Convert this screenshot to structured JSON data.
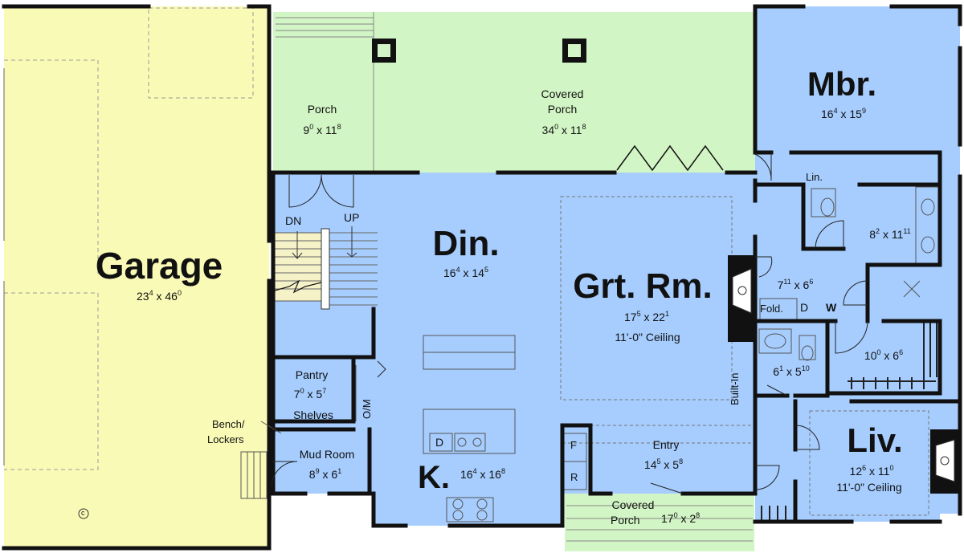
{
  "colors": {
    "garage": "#fafab7",
    "porch": "#d2f5c5",
    "interior": "#a6cdfe",
    "wall": "#111111"
  },
  "rooms": {
    "garage": {
      "name": "Garage",
      "w_ft": "23",
      "w_in": "4",
      "d_ft": "46",
      "d_in": "0"
    },
    "porch": {
      "name": "Porch",
      "w_ft": "9",
      "w_in": "0",
      "d_ft": "11",
      "d_in": "8"
    },
    "covered_porch": {
      "name1": "Covered",
      "name2": "Porch",
      "w_ft": "34",
      "w_in": "0",
      "d_ft": "11",
      "d_in": "8"
    },
    "mbr": {
      "name": "Mbr.",
      "w_ft": "16",
      "w_in": "4",
      "d_ft": "15",
      "d_in": "9"
    },
    "din": {
      "name": "Din.",
      "w_ft": "16",
      "w_in": "4",
      "d_ft": "14",
      "d_in": "5"
    },
    "grt_rm": {
      "name": "Grt. Rm.",
      "w_ft": "17",
      "w_in": "5",
      "d_ft": "22",
      "d_in": "1",
      "ceiling": "11'-0\" Ceiling"
    },
    "master_bath": {
      "w_ft": "8",
      "w_in": "2",
      "d_ft": "11",
      "d_in": "11"
    },
    "laundry": {
      "w_ft": "7",
      "w_in": "11",
      "d_ft": "6",
      "d_in": "6"
    },
    "wic": {
      "w_ft": "10",
      "w_in": "0",
      "d_ft": "6",
      "d_in": "6"
    },
    "half_bath": {
      "w_ft": "6",
      "w_in": "1",
      "d_ft": "5",
      "d_in": "10"
    },
    "pantry": {
      "name": "Pantry",
      "w_ft": "7",
      "w_in": "0",
      "d_ft": "5",
      "d_in": "7",
      "note": "Shelves"
    },
    "mud_room": {
      "name": "Mud Room",
      "w_ft": "8",
      "w_in": "9",
      "d_ft": "6",
      "d_in": "1"
    },
    "kitchen": {
      "name": "K.",
      "w_ft": "16",
      "w_in": "4",
      "d_ft": "16",
      "d_in": "8"
    },
    "entry": {
      "name": "Entry",
      "w_ft": "14",
      "w_in": "5",
      "d_ft": "5",
      "d_in": "8"
    },
    "liv": {
      "name": "Liv.",
      "w_ft": "12",
      "w_in": "6",
      "d_ft": "11",
      "d_in": "0",
      "ceiling": "11'-0\" Ceiling"
    },
    "front_porch": {
      "name1": "Covered",
      "name2": "Porch",
      "w_ft": "17",
      "w_in": "0",
      "d_ft": "2",
      "d_in": "8"
    }
  },
  "labels": {
    "dn": "DN",
    "up": "UP",
    "lin": "Lin.",
    "fold": "Fold.",
    "d": "D",
    "w": "W",
    "built_in": "Built-In",
    "om": "O/M",
    "bench1": "Bench/",
    "bench2": "Lockers",
    "f": "F",
    "r": "R",
    "dw": "D",
    "c": "c"
  }
}
